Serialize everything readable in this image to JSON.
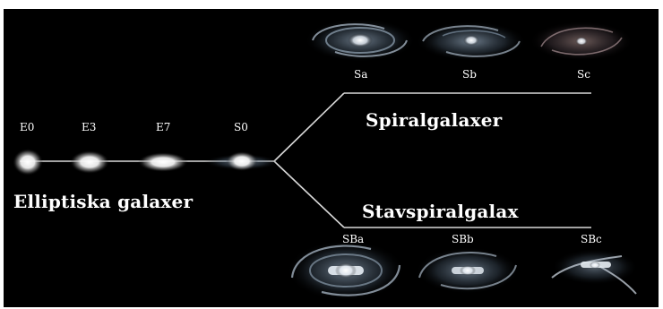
{
  "diagram": {
    "ellipticals": {
      "group_label": "Elliptiska galaxer",
      "types": [
        "E0",
        "E3",
        "E7",
        "S0"
      ]
    },
    "spirals": {
      "group_label": "Spiralgalaxer",
      "types": [
        "Sa",
        "Sb",
        "Sc"
      ]
    },
    "barred_spirals": {
      "group_label": "Stavspiralgalax",
      "types": [
        "SBa",
        "SBb",
        "SBc"
      ]
    }
  },
  "colors": {
    "background": "#000000",
    "line": "#d9d9d9",
    "text": "#ffffff"
  }
}
